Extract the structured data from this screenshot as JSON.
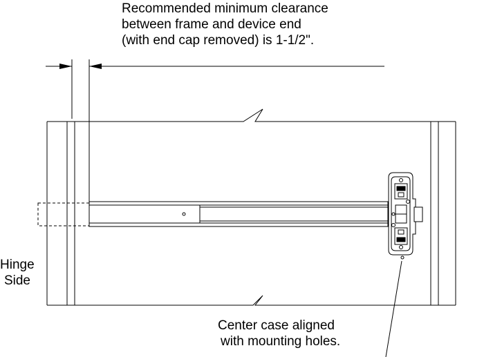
{
  "notes": {
    "clearance": {
      "line1": "Recommended minimum clearance",
      "line2": "between frame and device end",
      "line3": "(with end cap removed) is 1-1/2\"."
    },
    "hinge_side": {
      "line1": "Hinge",
      "line2": "Side"
    },
    "center_case": {
      "line1": "Center case aligned",
      "line2": "with mounting holes."
    }
  },
  "colors": {
    "line": "#000000",
    "background": "#ffffff"
  }
}
